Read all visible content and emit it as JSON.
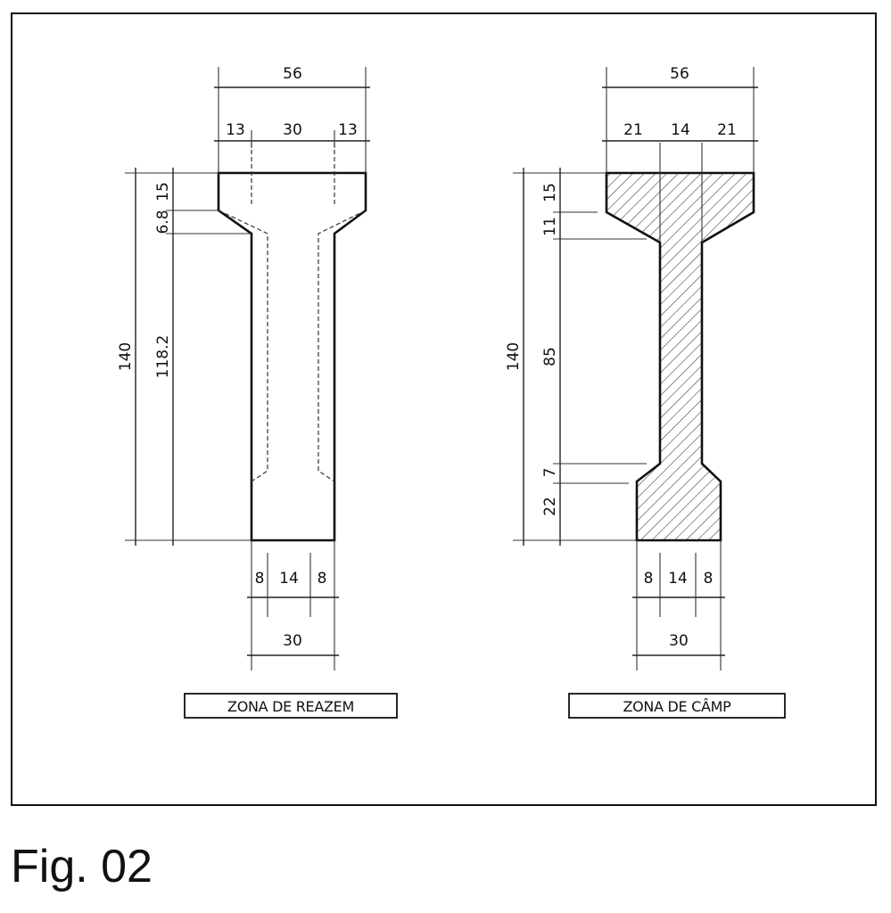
{
  "caption": "Fig. 02",
  "left_section": {
    "label": "ZONA DE REAZEM",
    "top_total": "56",
    "top_parts": [
      "13",
      "30",
      "13"
    ],
    "left_total": "140",
    "left_parts": [
      "15",
      "6.8",
      "118.2"
    ],
    "bottom_parts": [
      "8",
      "14",
      "8"
    ],
    "bottom_total": "30"
  },
  "right_section": {
    "label": "ZONA DE CÂMP",
    "top_total": "56",
    "top_parts": [
      "21",
      "14",
      "21"
    ],
    "left_total": "140",
    "left_parts": [
      "15",
      "11",
      "85",
      "7",
      "22"
    ],
    "bottom_parts": [
      "8",
      "14",
      "8"
    ],
    "bottom_total": "30"
  }
}
